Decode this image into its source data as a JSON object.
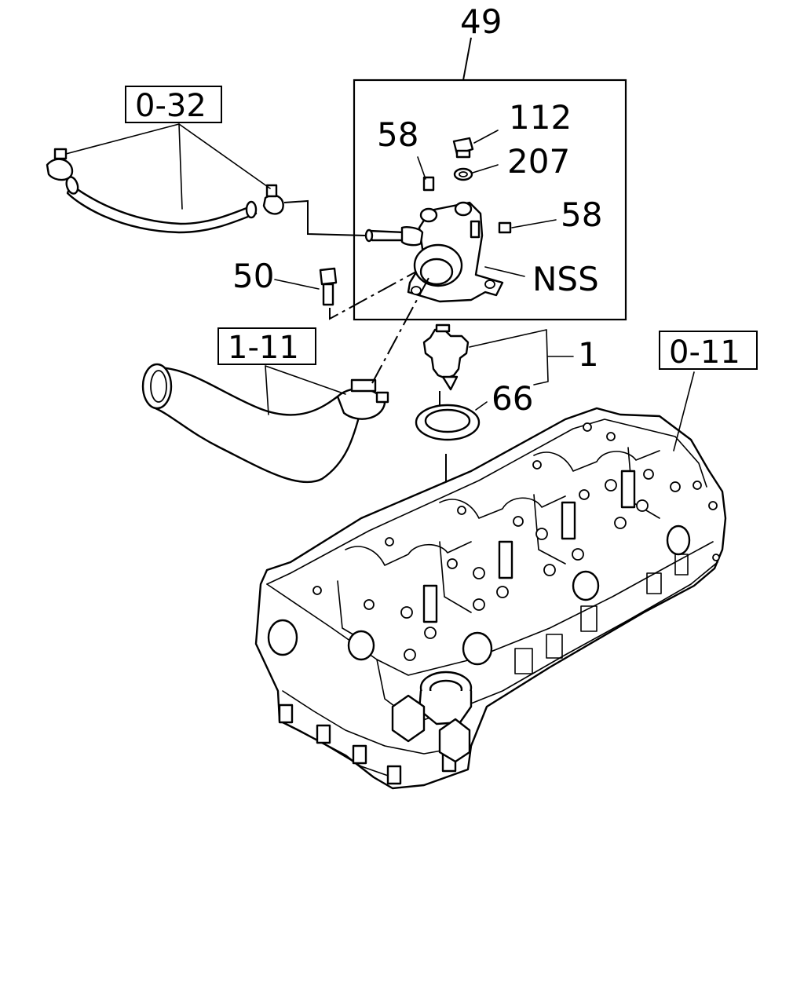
{
  "callouts": {
    "assembly_thermostat_housing": "49",
    "bolt_top": "112",
    "washer": "207",
    "plug_left": "58",
    "plug_right": "58",
    "bolt_left": "50",
    "housing_not_serviced": "NSS",
    "thermostat": "1",
    "gasket": "66"
  },
  "references": {
    "upper_hose_group": "0-32",
    "lower_hose_group": "1-11",
    "cylinder_head_group": "0-11"
  }
}
